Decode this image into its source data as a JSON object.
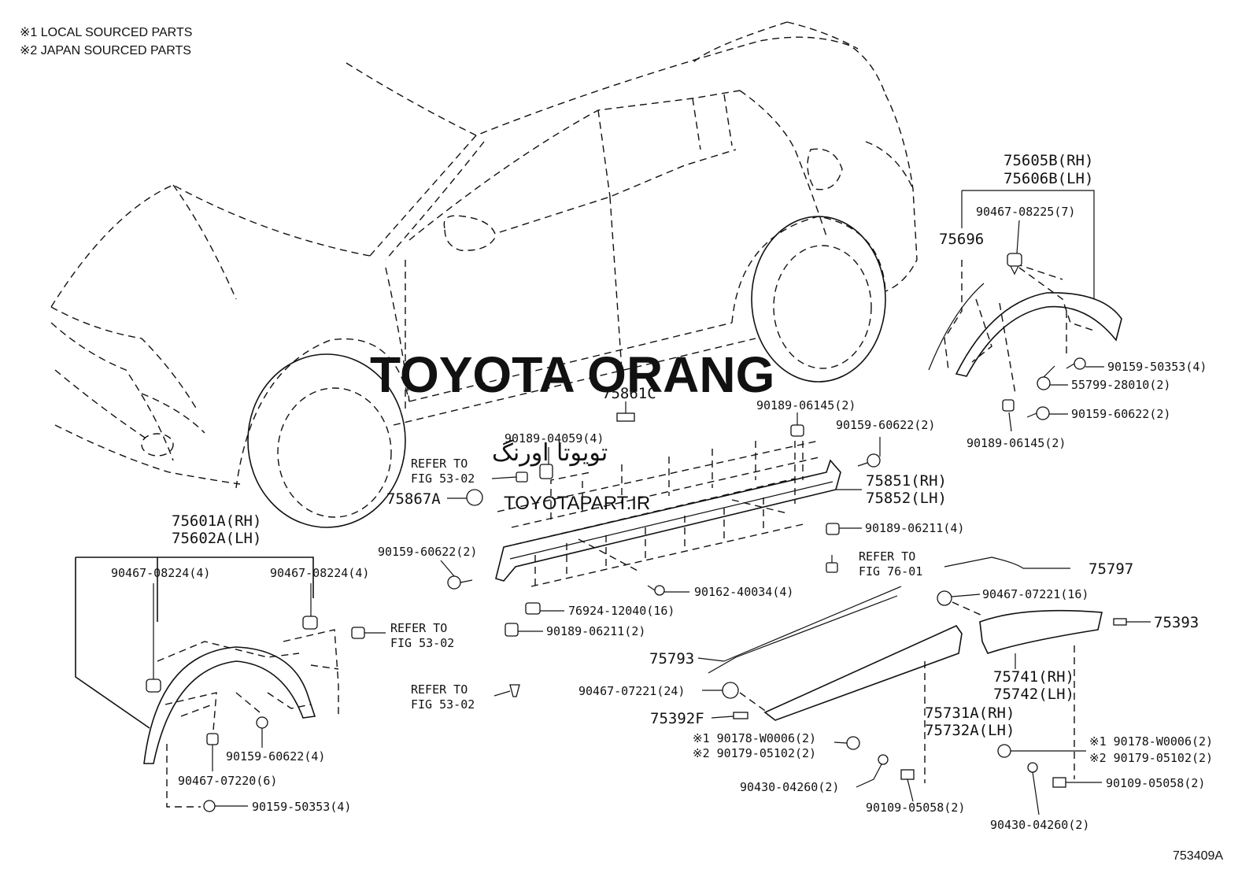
{
  "notes": [
    "※1  LOCAL SOURCED PARTS",
    "※2  JAPAN SOURCED PARTS"
  ],
  "watermark": {
    "main": "TOYOTA ORANG",
    "arabic": "تویوتا اورنگ",
    "site": "TOYOTAPART.IR",
    "main_color": "#e8a0a0",
    "site_color": "#f0b8b8"
  },
  "diagram_code": "753409A",
  "labels": {
    "l75605B": "75605B(RH)",
    "l75606B": "75606B(LH)",
    "l75696": "75696",
    "l90467_08225": "90467-08225(7)",
    "l90159_50353_r": "90159-50353(4)",
    "l55799": "55799-28010(2)",
    "l90159_60622_r": "90159-60622(2)",
    "l90189_06145_r": "90189-06145(2)",
    "l90189_06145_c": "90189-06145(2)",
    "l90159_60622_c": "90159-60622(2)",
    "l75851": "75851(RH)",
    "l75852": "75852(LH)",
    "l75861C": "75861C",
    "l90189_04059": "90189-04059(4)",
    "l_ref1a": "REFER TO",
    "l_ref1b": "FIG 53-02",
    "l75867A": "75867A",
    "l90159_60622_l": "90159-60622(2)",
    "l90189_06211_4": "90189-06211(4)",
    "l_ref2a": "REFER TO",
    "l_ref2b": "FIG 76-01",
    "l75797": "75797",
    "l90162": "90162-40034(4)",
    "l76924": "76924-12040(16)",
    "l90189_06211_2": "90189-06211(2)",
    "l_ref3a": "REFER TO",
    "l_ref3b": "FIG 53-02",
    "l90467_07221_16": "90467-07221(16)",
    "l75393": "75393",
    "l75793": "75793",
    "l75741": "75741(RH)",
    "l75742": "75742(LH)",
    "l90467_07221_24": "90467-07221(24)",
    "l75731A": "75731A(RH)",
    "l75732A": "75732A(LH)",
    "l75392F": "75392F",
    "l90178_a": "※1 90178-W0006(2)",
    "l90179_a": "※2 90179-05102(2)",
    "l90430_a": "90430-04260(2)",
    "l90109_a": "90109-05058(2)",
    "l90178_b": "※1 90178-W0006(2)",
    "l90179_b": "※2 90179-05102(2)",
    "l90109_b": "90109-05058(2)",
    "l90430_b": "90430-04260(2)",
    "l75601A": "75601A(RH)",
    "l75602A": "75602A(LH)",
    "l90467_08224_a": "90467-08224(4)",
    "l90467_08224_b": "90467-08224(4)",
    "l_ref4a": "REFER TO",
    "l_ref4b": "FIG 53-02",
    "l90159_60622_f": "90159-60622(4)",
    "l90467_07220": "90467-07220(6)",
    "l90159_50353_f": "90159-50353(4)"
  }
}
